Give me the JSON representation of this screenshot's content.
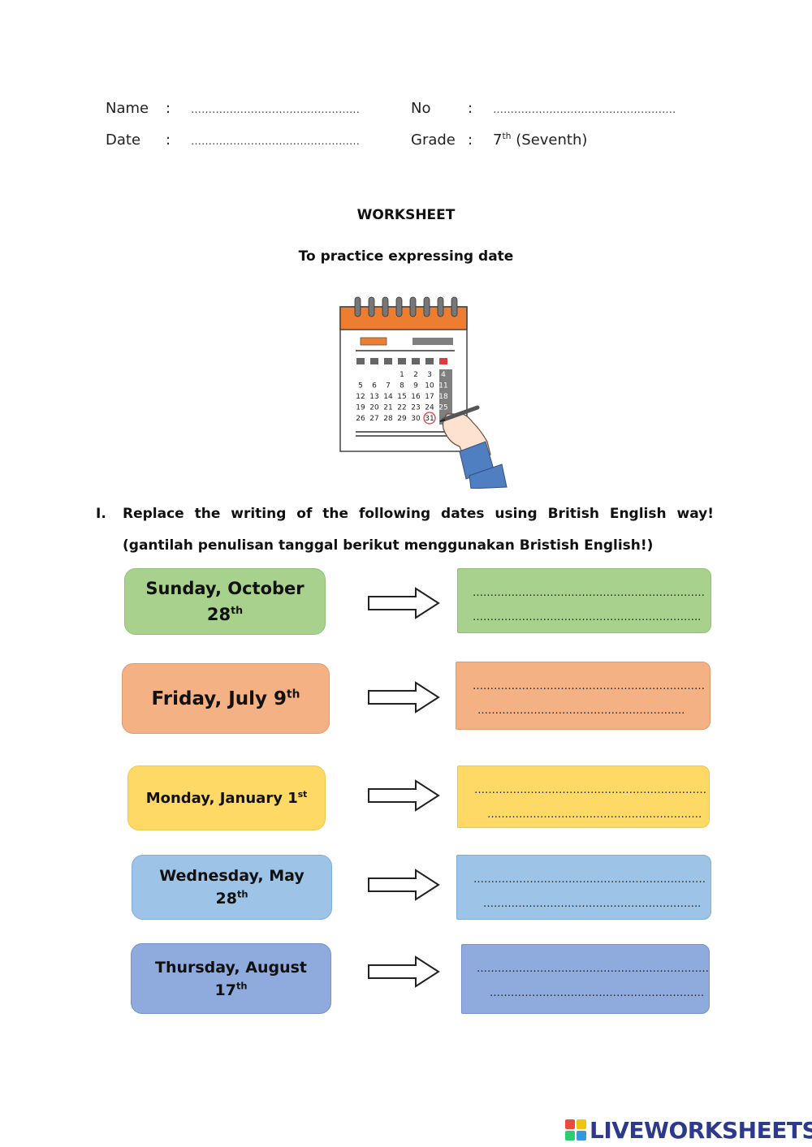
{
  "header": {
    "name_label": "Name",
    "date_label": "Date",
    "no_label": "No",
    "grade_label": "Grade",
    "colon": ":",
    "name_dots": "…………………………………………",
    "date_dots": "…………………………………………",
    "no_dots": "…………………………………………….",
    "grade_value_num": "7",
    "grade_value_sup": "th",
    "grade_value_rest": " (Seventh)"
  },
  "title": "WORKSHEET",
  "subtitle": "To practice expressing date",
  "calendar": {
    "rows": [
      [
        "",
        "",
        "",
        "1",
        "2",
        "3",
        "4"
      ],
      [
        "5",
        "6",
        "7",
        "8",
        "9",
        "10",
        "11"
      ],
      [
        "12",
        "13",
        "14",
        "15",
        "16",
        "17",
        "18"
      ],
      [
        "19",
        "20",
        "21",
        "22",
        "23",
        "24",
        "25"
      ],
      [
        "26",
        "27",
        "28",
        "29",
        "30",
        "31",
        ""
      ]
    ],
    "circled": "31",
    "icon": "calendar-with-hand-writing-icon"
  },
  "instruction": {
    "number": "I.",
    "text": "Replace the writing of the following dates using British English way! (gantilah penulisan tanggal berikut menggunakan Bristish English!)"
  },
  "items": [
    {
      "main": "Sunday, October",
      "line2": "28",
      "sup": "th",
      "color": "#a9d18e",
      "border": "#8fbf74",
      "answer1": "…………………………………………………………",
      "answer2": "………………………………………………………..",
      "answer_color": "#a9d18e"
    },
    {
      "main": "Friday, July 9",
      "line2": "",
      "sup": "th",
      "color": "#f4b183",
      "border": "#e39a6a",
      "answer1": "…………………………………………………………",
      "answer2": "…………………………………………………..",
      "answer_color": "#f4b183"
    },
    {
      "main": "Monday, January 1",
      "line2": "",
      "sup": "st",
      "color": "#ffd966",
      "border": "#f0c84a",
      "answer1": "…………………………………………………………",
      "answer2": "…………………………………………………….",
      "answer_color": "#ffd966"
    },
    {
      "main": "Wednesday, May",
      "line2": "28",
      "sup": "th",
      "color": "#9dc3e6",
      "border": "#7fadd9",
      "answer1": "…………………………………………………………",
      "answer2": "……………………………………………………..",
      "answer_color": "#9dc3e6"
    },
    {
      "main": "Thursday, August",
      "line2": "17",
      "sup": "th",
      "color": "#8faadc",
      "border": "#7591c9",
      "answer1": "…………………………………………………………",
      "answer2": "…………………………………………………….",
      "answer_color": "#8faadc"
    }
  ],
  "brand": {
    "text": "LIVEWORKSHEETS",
    "icon": "liveworksheets-logo-icon",
    "colors": [
      "#e84c3d",
      "#f1c40f",
      "#2ecc71",
      "#3498db"
    ]
  }
}
